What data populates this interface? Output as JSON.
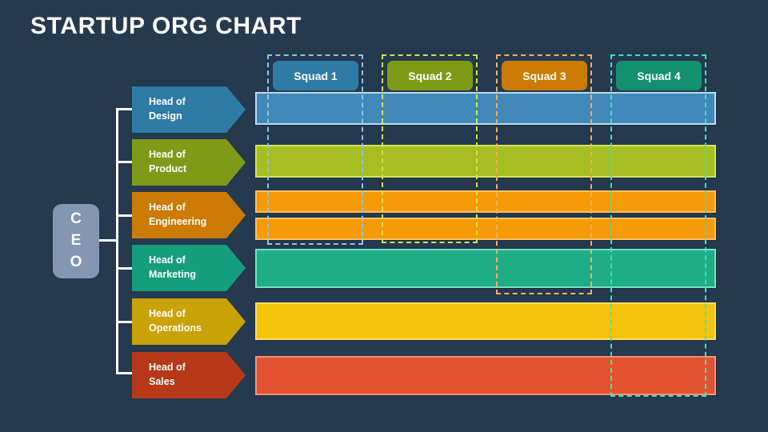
{
  "page": {
    "title": "STARTUP ORG CHART",
    "background_color": "#25394f"
  },
  "ceo": {
    "label": "CEO",
    "letters": [
      "C",
      "E",
      "O"
    ],
    "color": "#8396b2"
  },
  "roles": [
    {
      "line1": "Head of",
      "line2": "Design",
      "fill": "#2e7ca6",
      "border": "#59a8cf"
    },
    {
      "line1": "Head of",
      "line2": "Product",
      "fill": "#7f9a16",
      "border": "#a9c62c"
    },
    {
      "line1": "Head of",
      "line2": "Engineering",
      "fill": "#cb7a02",
      "border": "#f79c0a"
    },
    {
      "line1": "Head of",
      "line2": "Marketing",
      "fill": "#159e7c",
      "border": "#2ec79c"
    },
    {
      "line1": "Head of",
      "line2": "Operations",
      "fill": "#c9a206",
      "border": "#f2c40c"
    },
    {
      "line1": "Head of",
      "line2": "Sales",
      "fill": "#b7391a",
      "border": "#e4542c"
    }
  ],
  "squads": [
    {
      "label": "Squad 1",
      "fill": "#2e7ca6",
      "dash": "#8fc4e8"
    },
    {
      "label": "Squad 2",
      "fill": "#7f9a16",
      "dash": "#d2e24a"
    },
    {
      "label": "Squad 3",
      "fill": "#cb7a02",
      "dash": "#f7b05a"
    },
    {
      "label": "Squad 4",
      "fill": "#13916f",
      "dash": "#3fe0c0"
    }
  ],
  "bars": [
    {
      "name": "design-bar",
      "fill": "#4189b8",
      "border": "#bcdcef"
    },
    {
      "name": "product-bar",
      "fill": "#a8bf24",
      "border": "#d4e45c"
    },
    {
      "name": "engineering-bar-a",
      "fill": "#f79a08",
      "border": "#fbc25e"
    },
    {
      "name": "engineering-bar-b",
      "fill": "#f79a08",
      "border": "#fbc25e"
    },
    {
      "name": "marketing-bar",
      "fill": "#1ead85",
      "border": "#74e4c4"
    },
    {
      "name": "operations-bar",
      "fill": "#f4c40c",
      "border": "#f9dc63"
    },
    {
      "name": "sales-bar",
      "fill": "#e35230",
      "border": "#f29277"
    }
  ],
  "chart_data": {
    "type": "table",
    "title": "STARTUP ORG CHART",
    "root": "CEO",
    "categories": [
      "Head of Design",
      "Head of Product",
      "Head of Engineering",
      "Head of Marketing",
      "Head of Operations",
      "Head of Sales"
    ],
    "columns": [
      "Squad 1",
      "Squad 2",
      "Squad 3",
      "Squad 4"
    ],
    "notes": "Matrix org: each Head row spans a horizontal colour bar; squads are dashed vertical columns overlaying the rows.",
    "row_span_columns": [
      4,
      4,
      4,
      4,
      4,
      4
    ],
    "squad_column_depth_rows": [
      3,
      3,
      4,
      6
    ],
    "legend": "",
    "grid": false
  }
}
